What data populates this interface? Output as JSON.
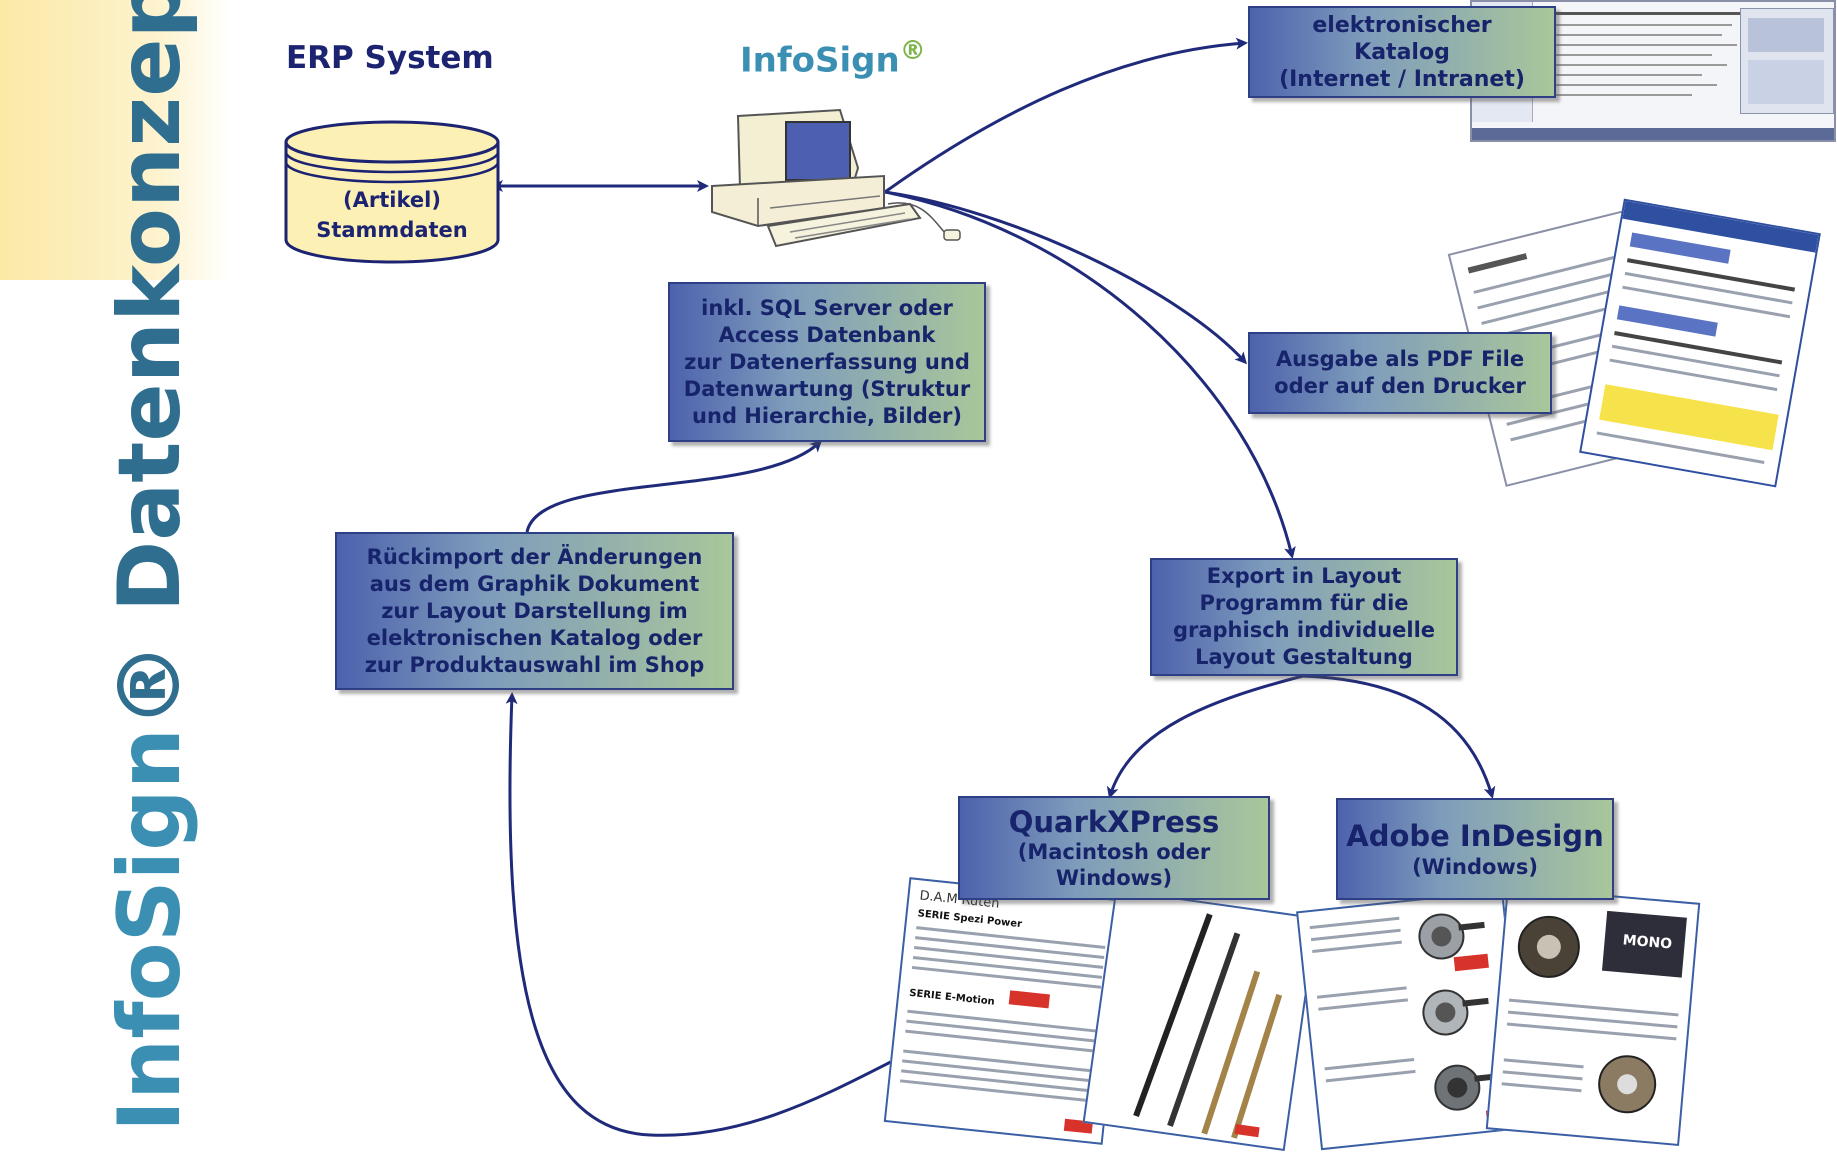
{
  "title": {
    "brand": "InfoSign",
    "reg": "®",
    "word": "Datenkonzept"
  },
  "erp": {
    "label": "ERP System",
    "db_line1": "(Artikel)",
    "db_line2": "Stammdaten"
  },
  "infosign": {
    "name": "InfoSign",
    "reg": "®"
  },
  "boxes": {
    "sql": "inkl. SQL Server oder\nAccess Datenbank\nzur Datenerfassung und\nDatenwartung (Struktur\nund Hierarchie, Bilder)",
    "ekatalog": "elektronischer\nKatalog\n(Internet / Intranet)",
    "pdf": "Ausgabe als PDF File\noder auf den Drucker",
    "export": "Export in Layout\nProgramm für die\ngraphisch individuelle\nLayout Gestaltung",
    "rueck": "Rückimport der Änderungen\naus dem Graphik Dokument\nzur Layout Darstellung im\nelektronischen Katalog oder\nzur Produktauswahl im Shop",
    "quark_title": "QuarkXPress",
    "quark_sub": "(Macintosh oder\nWindows)",
    "indesign_title": "Adobe InDesign",
    "indesign_sub": "(Windows)"
  },
  "thumb_text": {
    "dam_header": "D.A.M Ruten",
    "serie1": "SERIE Spezi Power",
    "serie2": "SERIE E-Motion",
    "mono": "MONO"
  },
  "colors": {
    "box_left": "#4d62ad",
    "box_right": "#a9c79a",
    "box_text": "#17236a",
    "arrow": "#1f2a7a",
    "db_fill": "#fdf0b5"
  }
}
